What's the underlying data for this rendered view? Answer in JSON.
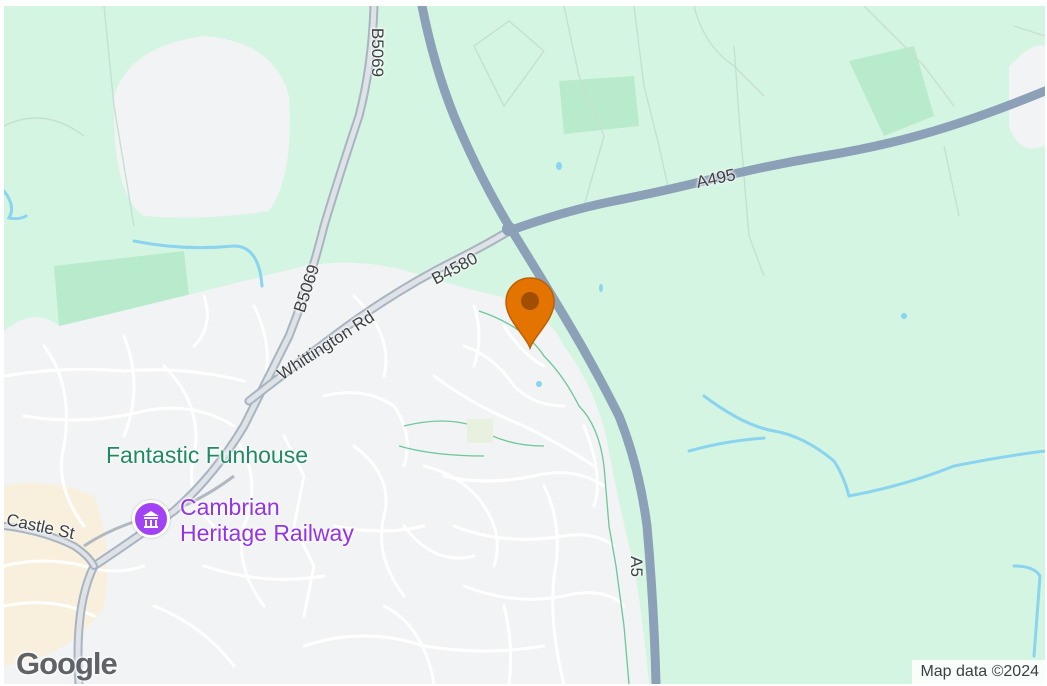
{
  "map": {
    "roads": {
      "a495": "A495",
      "b5069_north": "B5069",
      "b5069_south": "B5069",
      "b4580": "B4580",
      "whittington_rd": "Whittington Rd",
      "castle_st": "Castle St",
      "a5": "A5"
    },
    "places": {
      "funhouse": "Fantastic Funhouse",
      "railway_line1": "Cambrian",
      "railway_line2": "Heritage Railway"
    },
    "icons": {
      "railway_poi": "museum-icon",
      "marker": "location-pin-icon"
    },
    "colors": {
      "land": "#d4f5e2",
      "urban": "#f1f3f4",
      "park": "#b8ebcb",
      "water": "#8ad4f0",
      "major_road": "#8ca0b8",
      "minor_road": "#ffffff",
      "marker": "#e37400",
      "place_label": "#1f8a63",
      "poi_label": "#9334e6"
    },
    "branding": {
      "logo": "Google",
      "attribution": "Map data ©2024"
    }
  }
}
